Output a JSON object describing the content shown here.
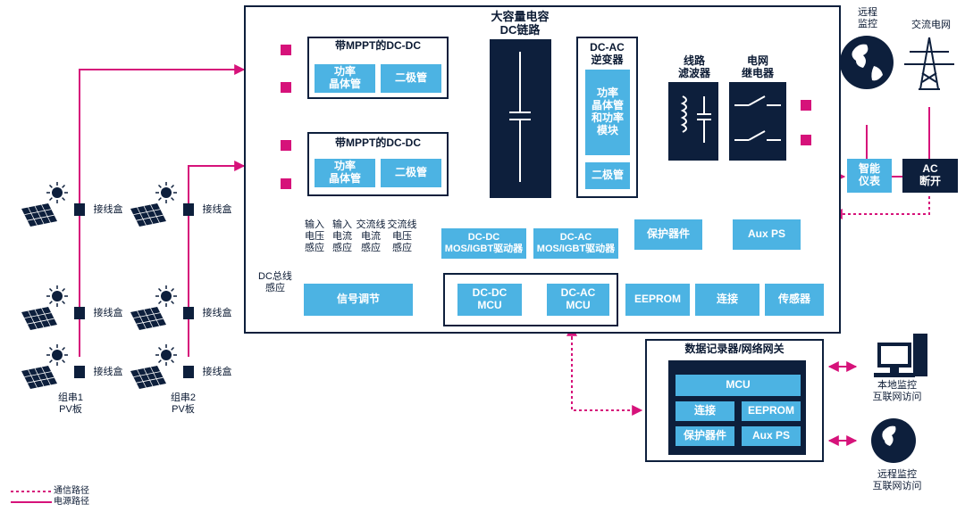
{
  "capacitor_link": {
    "title": "大容量电容\nDC链路"
  },
  "dcdc_top": {
    "title": "带MPPT的DC-DC",
    "transistor": "功率\n晶体管",
    "diode": "二极管"
  },
  "dcdc_bottom": {
    "title": "带MPPT的DC-DC",
    "transistor": "功率\n晶体管",
    "diode": "二极管"
  },
  "dcac": {
    "title": "DC-AC\n逆变器",
    "module": "功率\n晶体管\n和功率\n模块",
    "diode": "二极管"
  },
  "line_filter": {
    "title": "线路\n滤波器"
  },
  "grid_relay": {
    "title": "电网\n继电器"
  },
  "sensing": {
    "input_voltage": "输入\n电压\n感应",
    "input_current": "输入\n电流\n感应",
    "ac_current": "交流线\n电流\n感应",
    "ac_voltage": "交流线\n电压\n感应",
    "dc_bus": "DC总线\n感应"
  },
  "drivers": {
    "dcdc": "DC-DC\nMOS/IGBT驱动器",
    "dcac": "DC-AC\nMOS/IGBT驱动器"
  },
  "protection": "保护器件",
  "aux_ps": "Aux PS",
  "signal_conditioning": "信号调节",
  "mcu_dcdc": "DC-DC\nMCU",
  "mcu_dcac": "DC-AC\nMCU",
  "eeprom": "EEPROM",
  "connection": "连接",
  "sensor": "传感器",
  "right": {
    "remote_monitor": "远程\n监控",
    "ac_grid": "交流电网",
    "smart_meter": "智能\n仪表",
    "ac_disconnect": "AC\n断开",
    "local_access": "本地监控\n互联网访问",
    "remote_access": "远程监控\n互联网访问"
  },
  "gateway": {
    "title": "数据记录器/网络网关",
    "mcu": "MCU",
    "connection": "连接",
    "eeprom": "EEPROM",
    "protection": "保护器件",
    "aux_ps": "Aux PS"
  },
  "pv": {
    "junction_box": "接线盒",
    "string1": "组串1\nPV板",
    "string2": "组串2\nPV板"
  },
  "legend": {
    "comm": "通信路径",
    "power": "电源路径"
  },
  "colors": {
    "power": "#d6127a",
    "navy": "#0d1f3c",
    "blue": "#4cb3e3"
  }
}
